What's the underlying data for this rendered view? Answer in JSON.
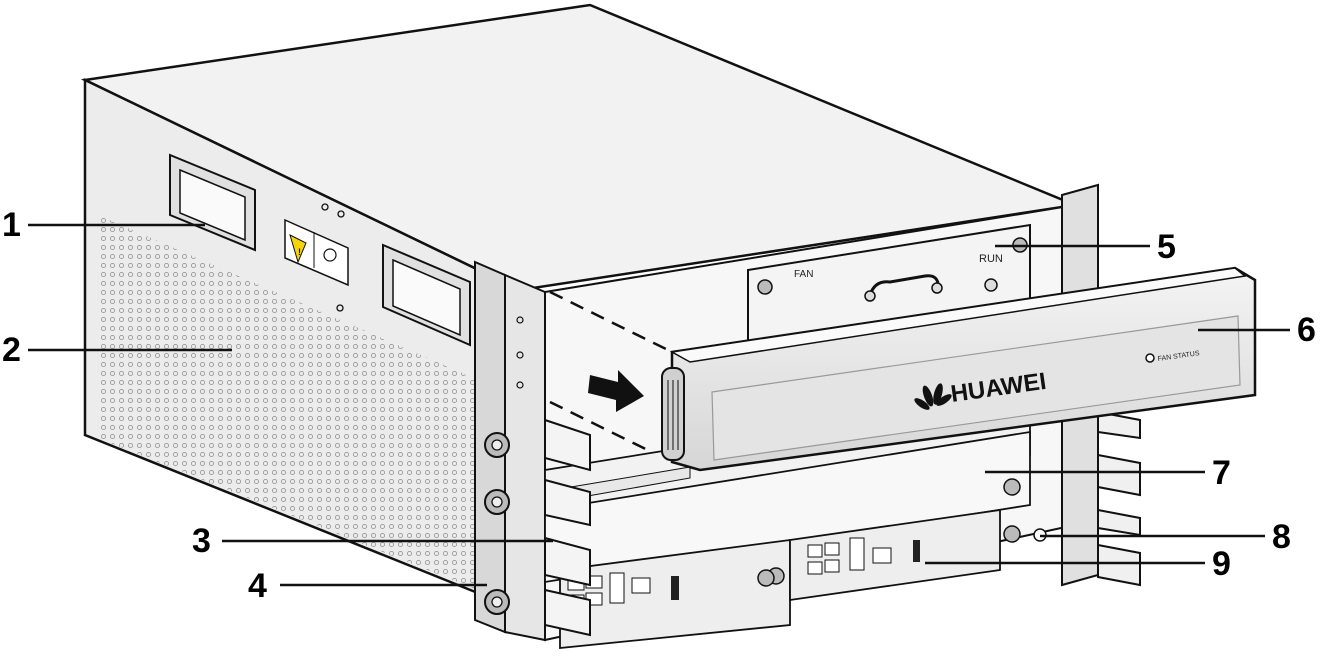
{
  "callouts": [
    {
      "num": "1"
    },
    {
      "num": "2"
    },
    {
      "num": "3"
    },
    {
      "num": "4"
    },
    {
      "num": "5"
    },
    {
      "num": "6"
    },
    {
      "num": "7"
    },
    {
      "num": "8"
    },
    {
      "num": "9"
    }
  ],
  "fan_tray": {
    "label": "FAN",
    "led_label": "RUN"
  },
  "fan_cover": {
    "brand": "HUAWEI",
    "status_label": "FAN STATUS"
  },
  "colors": {
    "chassis_top": "#f2f2f2",
    "chassis_side": "#e8e8e8",
    "outline": "#111111",
    "warning_yellow": "#f5d50a"
  }
}
